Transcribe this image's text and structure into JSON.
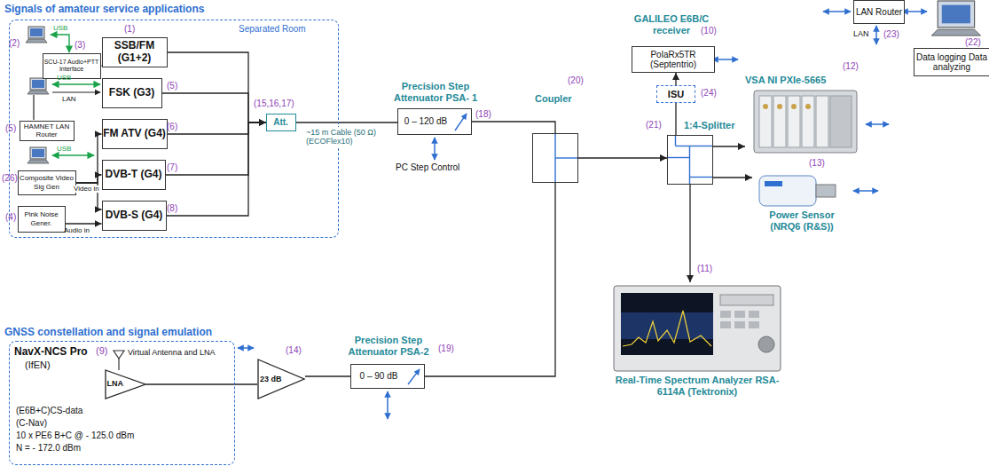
{
  "diagram": {
    "nodes": [
      {
        "text": [
          "Signals of amateur service applications",
          "Separated Room"
        ]
      },
      {
        "text": [
          "SCU-17 Audio+PTT Interface"
        ],
        "in": 0
      },
      {
        "text": [
          "SSB/FM (G1+2)"
        ],
        "in": 0
      },
      {
        "text": [
          "FSK (G3)"
        ],
        "in": 0
      },
      {
        "text": [
          "HAMNET LAN Router"
        ],
        "in": 0
      },
      {
        "text": [
          "FM ATV (G4)"
        ],
        "in": 0
      },
      {
        "text": [
          "Composite Video Sig Gen"
        ],
        "in": 0
      },
      {
        "text": [
          "DVB-T (G4)"
        ],
        "in": 0
      },
      {
        "text": [
          "Pink Noise Gener."
        ],
        "in": 0
      },
      {
        "text": [
          "DVB-S (G4)"
        ],
        "in": 0
      },
      {
        "text": [
          "Att."
        ],
        "in": 0
      },
      {
        "text": [
          "Precision Step Attenuator PSA- 1",
          "0 – 120 dB"
        ]
      },
      {
        "text": [
          "Coupler"
        ]
      },
      {
        "text": [
          "1:4-Splitter"
        ]
      },
      {
        "text": [
          "ISU"
        ]
      },
      {
        "text": [
          "GALILEO E6B/C receiver",
          "PolaRx5TR (Septentrio)"
        ]
      },
      {
        "text": [
          "LAN Router"
        ]
      },
      {
        "text": [
          "Data logging Data analyzing"
        ]
      },
      {
        "text": [
          "VSA NI PXIe-5665"
        ]
      },
      {
        "text": [
          "Power Sensor (NRQ6 (R&S))"
        ]
      },
      {
        "text": [
          "Real-Time Spectrum Analyzer RSA-6114A (Tektronix)"
        ]
      },
      {
        "text": [
          "GNSS constellation and signal emulation"
        ]
      },
      {
        "text": [
          "LNA"
        ],
        "in": 21
      },
      {
        "text": [
          "23 dB"
        ]
      },
      {
        "text": [
          "Precision Step Attenuator PSA-2",
          "0 – 90 dB"
        ]
      }
    ],
    "edges": [
      {
        "from": 1,
        "to": 2,
        "arrow": "to"
      },
      {
        "from": 2,
        "to": 10,
        "arrow": "to"
      },
      {
        "from": 3,
        "to": 10,
        "arrow": "to"
      },
      {
        "from": 5,
        "to": 10,
        "arrow": "to"
      },
      {
        "from": 7,
        "to": 10,
        "arrow": "to"
      },
      {
        "from": 9,
        "to": 10,
        "arrow": "to"
      },
      {
        "from": 6,
        "to": 5,
        "arrow": "to"
      },
      {
        "from": 6,
        "to": 7,
        "arrow": "to"
      },
      {
        "from": 6,
        "to": 9,
        "arrow": "to"
      },
      {
        "from": 8,
        "to": 9,
        "arrow": "to"
      },
      {
        "from": 10,
        "to": 11,
        "label": "~15 m Cable (50 Ω) (ECOFlex10)",
        "arrow": "none"
      },
      {
        "from": 11,
        "to": 12,
        "arrow": "none"
      },
      {
        "from": 24,
        "to": 12,
        "arrow": "none"
      },
      {
        "from": 12,
        "to": 13,
        "arrow": "to"
      },
      {
        "from": 13,
        "to": 14,
        "arrow": "none"
      },
      {
        "from": 14,
        "to": 15,
        "arrow": "to"
      },
      {
        "from": 13,
        "to": 18,
        "arrow": "to"
      },
      {
        "from": 13,
        "to": 19,
        "arrow": "to"
      },
      {
        "from": 13,
        "to": 20,
        "arrow": "to"
      },
      {
        "from": 22,
        "to": 23,
        "arrow": "none"
      },
      {
        "from": 23,
        "to": 24,
        "arrow": "none"
      }
    ],
    "labels": [
      "(2)",
      "USB",
      "(3)",
      "(1)",
      "USB",
      "LAN",
      "(5)",
      "(5)",
      "(6)",
      "USB",
      "(26)",
      "(7)",
      "Video in",
      "(4)",
      "Audio in",
      "(8)",
      "(15,16,17)",
      "(18)",
      "PC Step Control",
      "(20)",
      "(21)",
      "(24)",
      "(10)",
      "(23)",
      "LAN",
      "(22)",
      "(12)",
      "(13)",
      "(11)",
      "NavX-NCS Pro",
      "(9)",
      "(IfEN)",
      "Virtual Antenna and LNA",
      "(E6B+C)CS-data",
      "(C-Nav)",
      "10 x PE6 B+C @ - 125.0 dBm",
      "N = - 172.0 dBm",
      "(14)",
      "(19)"
    ]
  }
}
